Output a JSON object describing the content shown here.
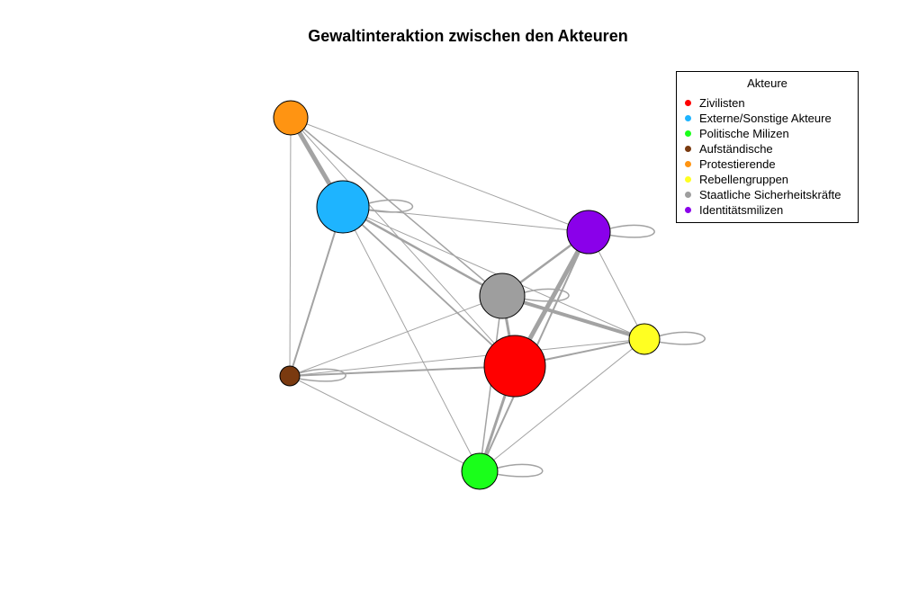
{
  "title": "Gewaltinteraktion zwischen den Akteuren",
  "legend": {
    "title": "Akteure",
    "items": [
      {
        "label": "Zivilisten",
        "color": "#ff0000"
      },
      {
        "label": "Externe/Sonstige Akteure",
        "color": "#1eb4ff"
      },
      {
        "label": "Politische Milizen",
        "color": "#1aff1a"
      },
      {
        "label": "Aufständische",
        "color": "#7a3a10"
      },
      {
        "label": "Protestierende",
        "color": "#ff9412"
      },
      {
        "label": "Rebellengruppen",
        "color": "#ffff22"
      },
      {
        "label": "Staatliche Sicherheitskräfte",
        "color": "#9e9e9e"
      },
      {
        "label": "Identitätsmilizen",
        "color": "#8a00ea"
      }
    ]
  },
  "network": {
    "nodes": [
      {
        "id": "zivilisten",
        "color": "#ff0000"
      },
      {
        "id": "externe",
        "color": "#1eb4ff"
      },
      {
        "id": "politische",
        "color": "#1aff1a"
      },
      {
        "id": "aufstaendische",
        "color": "#7a3a10"
      },
      {
        "id": "protestierende",
        "color": "#ff9412"
      },
      {
        "id": "rebellen",
        "color": "#ffff22"
      },
      {
        "id": "staatliche",
        "color": "#9e9e9e"
      },
      {
        "id": "identitaet",
        "color": "#8a00ea"
      }
    ],
    "edges": [
      {
        "source": "protestierende",
        "target": "externe"
      },
      {
        "source": "protestierende",
        "target": "staatliche"
      },
      {
        "source": "protestierende",
        "target": "zivilisten"
      },
      {
        "source": "protestierende",
        "target": "aufstaendische"
      },
      {
        "source": "protestierende",
        "target": "identitaet"
      },
      {
        "source": "externe",
        "target": "staatliche"
      },
      {
        "source": "externe",
        "target": "zivilisten"
      },
      {
        "source": "externe",
        "target": "aufstaendische"
      },
      {
        "source": "externe",
        "target": "politische"
      },
      {
        "source": "externe",
        "target": "identitaet"
      },
      {
        "source": "externe",
        "target": "rebellen"
      },
      {
        "source": "identitaet",
        "target": "staatliche"
      },
      {
        "source": "identitaet",
        "target": "zivilisten"
      },
      {
        "source": "identitaet",
        "target": "politische"
      },
      {
        "source": "identitaet",
        "target": "rebellen"
      },
      {
        "source": "staatliche",
        "target": "zivilisten"
      },
      {
        "source": "staatliche",
        "target": "rebellen"
      },
      {
        "source": "staatliche",
        "target": "aufstaendische"
      },
      {
        "source": "staatliche",
        "target": "politische"
      },
      {
        "source": "zivilisten",
        "target": "rebellen"
      },
      {
        "source": "zivilisten",
        "target": "aufstaendische"
      },
      {
        "source": "zivilisten",
        "target": "politische"
      },
      {
        "source": "aufstaendische",
        "target": "rebellen"
      },
      {
        "source": "aufstaendische",
        "target": "politische"
      },
      {
        "source": "politische",
        "target": "rebellen"
      }
    ],
    "self_loops": [
      "externe",
      "identitaet",
      "staatliche",
      "rebellen",
      "aufstaendische",
      "politische"
    ]
  }
}
